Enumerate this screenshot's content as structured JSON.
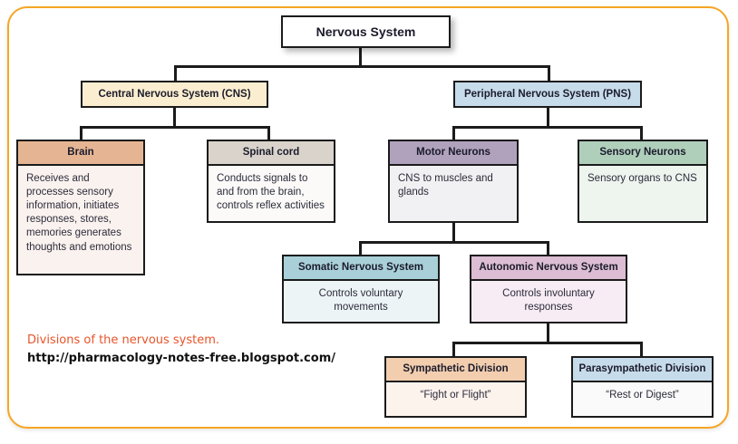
{
  "frame": {
    "border_color": "#f5a623"
  },
  "diagram": {
    "root": {
      "label": "Nervous System"
    },
    "level1": [
      {
        "name": "cns",
        "label": "Central Nervous System (CNS)",
        "color": "#fbeed0"
      },
      {
        "name": "pns",
        "label": "Peripheral Nervous System (PNS)",
        "color": "#c7dcea"
      }
    ],
    "level2": [
      {
        "name": "brain",
        "title": "Brain",
        "body": "Receives and processes sensory information, initiates responses, stores, memories generates thoughts and emotions",
        "header_color": "#e5b593"
      },
      {
        "name": "spinal-cord",
        "title": "Spinal cord",
        "body": "Conducts signals to and from the brain, controls reflex activities",
        "header_color": "#d9d3cc"
      },
      {
        "name": "motor-neurons",
        "title": "Motor Neurons",
        "body": "CNS to muscles and glands",
        "header_color": "#b0a2bc"
      },
      {
        "name": "sensory-neurons",
        "title": "Sensory Neurons",
        "body": "Sensory organs to CNS",
        "header_color": "#afcfbb"
      }
    ],
    "level3": [
      {
        "name": "somatic",
        "title": "Somatic Nervous System",
        "body": "Controls voluntary movements",
        "header_color": "#a9d0d8"
      },
      {
        "name": "autonomic",
        "title": "Autonomic Nervous System",
        "body": "Controls involuntary responses",
        "header_color": "#dcbdd3"
      }
    ],
    "level4": [
      {
        "name": "sympathetic",
        "title": "Sympathetic Division",
        "body": "“Fight or Flight”",
        "header_color": "#f2ceaf"
      },
      {
        "name": "parasympathetic",
        "title": "Parasympathetic Division",
        "body": "“Rest or Digest”",
        "header_color": "#c7dcea"
      }
    ]
  },
  "caption": {
    "title": "Divisions of the nervous system.",
    "url": "http://pharmacology-notes-free.blogspot.com/",
    "title_color": "#e8542a"
  }
}
